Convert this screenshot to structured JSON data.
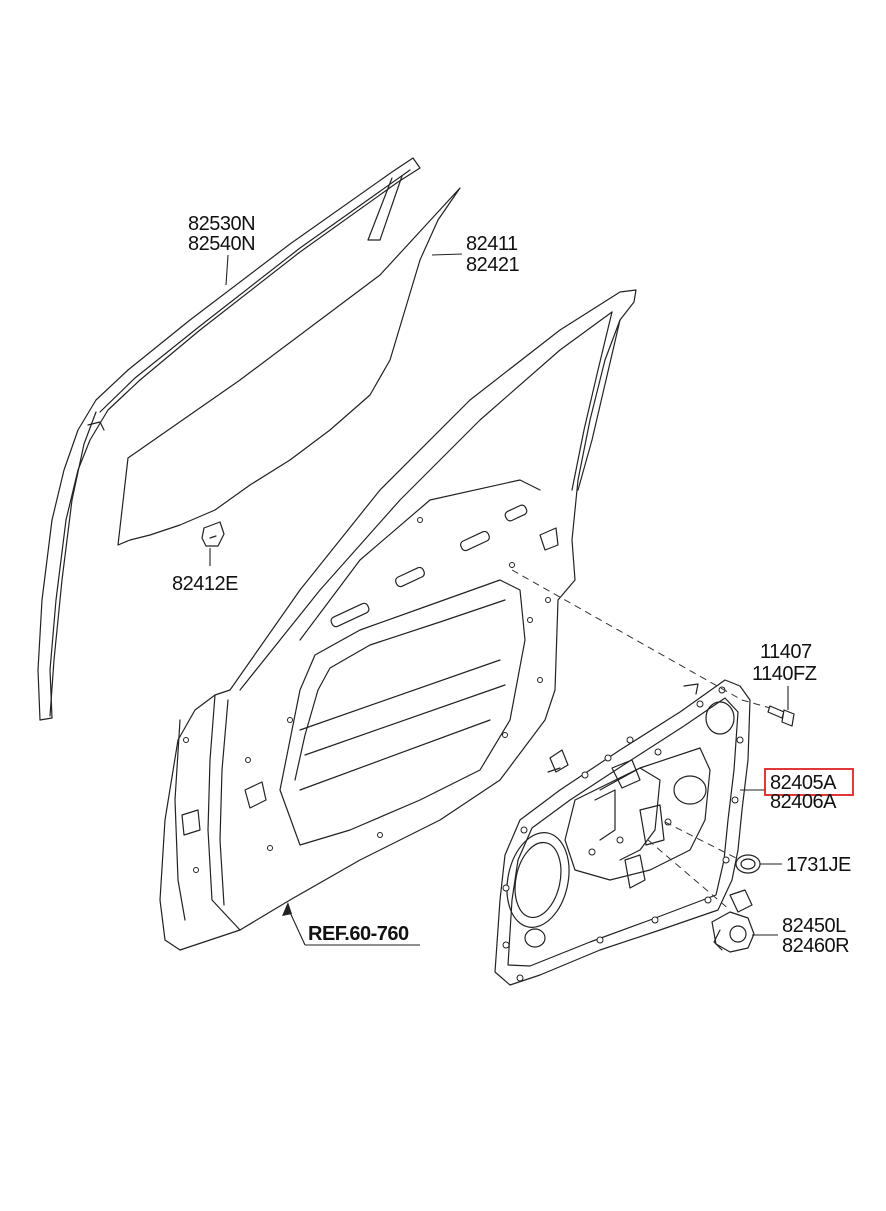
{
  "labels": {
    "weatherstrip_1": "82530N",
    "weatherstrip_2": "82540N",
    "glass_1": "82411",
    "glass_2": "82421",
    "glass_clip": "82412E",
    "bolt_1": "11407",
    "bolt_2": "1140FZ",
    "module_panel_1": "82405A",
    "module_panel_2": "82406A",
    "seal": "1731JE",
    "regulator_1": "82450L",
    "regulator_2": "82460R",
    "reference": "REF.60-760"
  },
  "highlight_color": "#e02020"
}
